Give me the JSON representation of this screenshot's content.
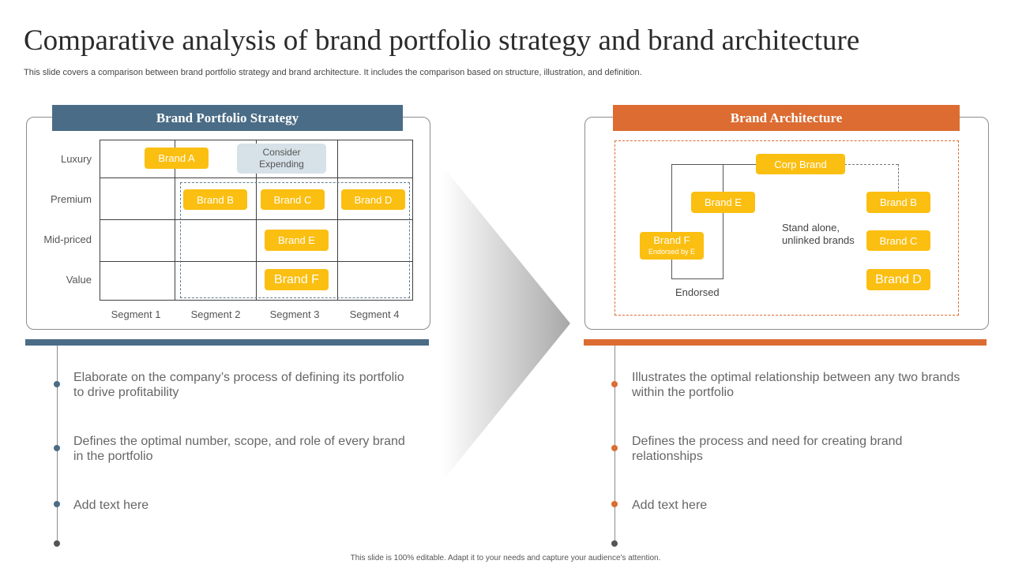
{
  "title": "Comparative analysis of brand portfolio strategy and brand architecture",
  "subtitle": "This slide covers a comparison between brand portfolio strategy and brand architecture. It includes the comparison based on structure, illustration, and definition.",
  "left": {
    "header": "Brand Portfolio Strategy",
    "rows": [
      "Luxury",
      "Premium",
      "Mid-priced",
      "Value"
    ],
    "segments": [
      "Segment  1",
      "Segment  2",
      "Segment  3",
      "Segment  4"
    ],
    "tags": {
      "brand_a": "Brand A",
      "consider_line1": "Consider",
      "consider_line2": "Expending",
      "brand_b": "Brand B",
      "brand_c": "Brand C",
      "brand_d": "Brand D",
      "brand_e": "Brand E",
      "brand_f": "Brand F"
    },
    "bullets": [
      "Elaborate on the company’s process of defining its portfolio to drive profitability",
      "Defines the optimal number, scope, and role of every brand in the portfolio",
      "Add text here"
    ]
  },
  "right": {
    "header": "Brand Architecture",
    "tags": {
      "corp": "Corp Brand",
      "brand_e": "Brand E",
      "brand_f": "Brand F",
      "brand_f_sub": "Endorsed by E",
      "brand_b": "Brand B",
      "brand_c": "Brand C",
      "brand_d": "Brand D"
    },
    "stand_alone_line1": "Stand alone,",
    "stand_alone_line2": "unlinked brands",
    "endorsed": "Endorsed",
    "bullets": [
      "Illustrates  the optimal relationship between any two brands within the portfolio",
      "Defines the process and need for creating brand relationships",
      "Add text here"
    ]
  },
  "footer": "This slide is 100% editable. Adapt it to your needs and capture your audience's attention.",
  "colors": {
    "blue": "#4a6c86",
    "orange": "#dc6c32",
    "yellow": "#fbbf12"
  }
}
